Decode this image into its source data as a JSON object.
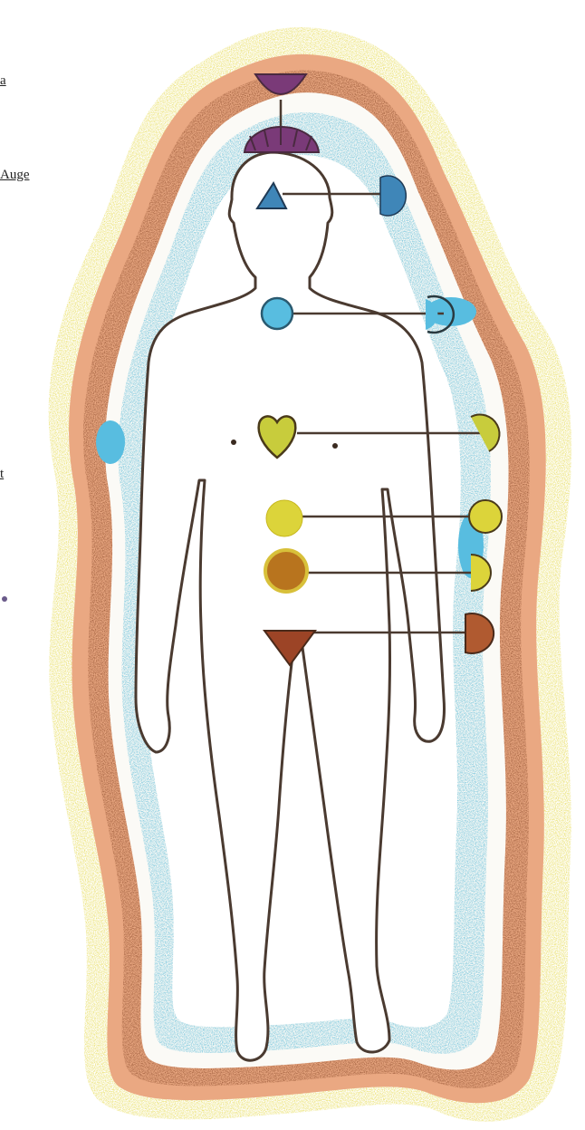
{
  "edge_labels": [
    "a",
    "Auge",
    "t"
  ],
  "colors": {
    "outer_aura": "#e3d63c",
    "outer_aura_speckle": "#8a7a1e",
    "peach_band": "#eaa882",
    "brown_band": "#8b4a2a",
    "blue_band": "#4cb4d4",
    "blue_band_dark": "#1f4a5a",
    "body_fill": "#ffffff",
    "body_outline": "#4a3a30",
    "violet": "#7a3a78",
    "indigo_triangle": "#3f86b8",
    "throat_blue": "#58bde0",
    "heart_green": "#c8cc3c",
    "solar_yellow": "#dcd43a",
    "sacral_orange": "#b8741e",
    "root_red": "#9c4426"
  },
  "chakras": [
    {
      "icon": "crown-lotus-icon",
      "color": "violet"
    },
    {
      "icon": "third-eye-triangle-icon",
      "color": "indigo_triangle"
    },
    {
      "icon": "throat-circle-icon",
      "color": "throat_blue"
    },
    {
      "icon": "heart-icon",
      "color": "heart_green"
    },
    {
      "icon": "solar-plexus-circle-icon",
      "color": "solar_yellow"
    },
    {
      "icon": "sacral-circle-icon",
      "color": "sacral_orange"
    },
    {
      "icon": "root-triangle-icon",
      "color": "root_red"
    }
  ]
}
